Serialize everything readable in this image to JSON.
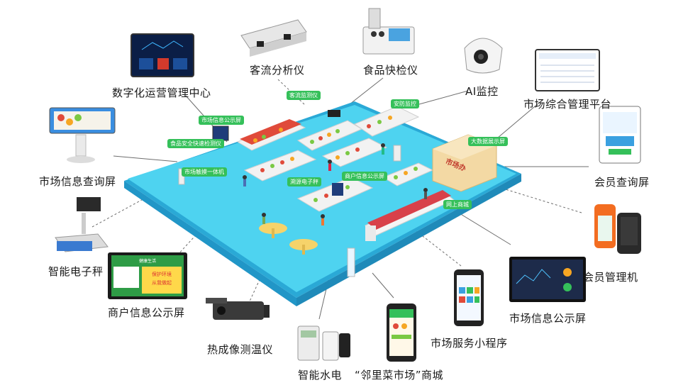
{
  "devices": {
    "ops_center": "数字化运营管理中心",
    "people_counter": "客流分析仪",
    "food_tester": "食品快检仪",
    "ai_camera": "AI监控",
    "mgmt_platform": "市场综合管理平台",
    "info_kiosk": "市场信息查询屏",
    "member_query": "会员查询屏",
    "smart_scale": "智能电子秤",
    "member_machine": "会员管理机",
    "merchant_screen": "商户信息公示屏",
    "market_screen": "市场信息公示屏",
    "thermal_camera": "热成像测温仪",
    "mini_program": "市场服务小程序",
    "smart_meter": "智能水电",
    "online_mall": "“邻里菜市场”商城"
  },
  "floor_tags": {
    "traffic_monitor": "客流监测仪",
    "security_monitor": "安防监控",
    "market_info_screen": "市场信息公示屏",
    "food_safety_check": "食品安全快速检测仪",
    "bigdata_screen": "大数据展示屏",
    "touch_kiosk": "市场触摸一体机",
    "merchant_info_screen": "商户信息公示屏",
    "trace_scale": "溯源电子秤",
    "online_shop": "网上商城"
  },
  "signs": {
    "market_office": "市场办"
  },
  "screen_text": {
    "promo_left": "保护环境",
    "promo_right": "从我做起",
    "promo_banner": "健康生活"
  },
  "colors": {
    "floor_top": "#4ed3f0",
    "floor_side": "#2aa9d6",
    "tag_green": "#35c05a",
    "leader_line": "#666666"
  }
}
